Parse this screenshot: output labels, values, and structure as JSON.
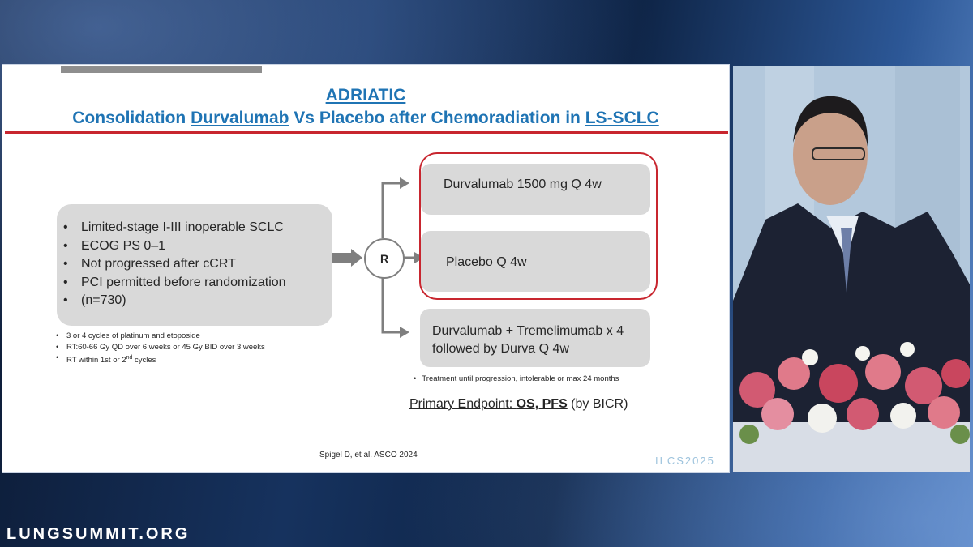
{
  "slide": {
    "title_line1": "ADRIATIC",
    "title_pre1": "Consolidation ",
    "title_drug": "Durvalumab",
    "title_mid": " Vs Placebo after Chemoradiation in ",
    "title_disease": "LS-SCLC",
    "criteria": [
      "Limited-stage I-III inoperable SCLC",
      "ECOG PS 0–1",
      "Not progressed after cCRT",
      "PCI permitted before randomization",
      "(n=730)"
    ],
    "notes": {
      "n1": "3 or 4 cycles of platinum and etoposide",
      "n2": "RT:60-66 Gy QD over 6 weeks or 45 Gy BID over 3 weeks",
      "n3_pre": "RT within 1st or 2",
      "n3_sup": "nd",
      "n3_post": " cycles"
    },
    "randomization_label": "R",
    "arms": {
      "arm1": "Durvalumab 1500 mg Q 4w",
      "arm2": "Placebo Q 4w",
      "arm3_line1": "Durvalumab + Tremelimumab x 4",
      "arm3_line2": "followed by Durva Q 4w"
    },
    "treatment_note": "Treatment until progression, intolerable or max 24 months",
    "endpoint": {
      "label": "Primary Endpoint: ",
      "bold": "OS, PFS",
      "rest": " (by BICR)"
    },
    "citation": "Spigel D, et al. ASCO 2024",
    "conference": "ILCS2025"
  },
  "footer": {
    "org": "LUNGSUMMIT.ORG"
  },
  "colors": {
    "title_blue": "#1f74b4",
    "accent_red": "#c8262f",
    "box_grey": "#d9d9d9"
  }
}
